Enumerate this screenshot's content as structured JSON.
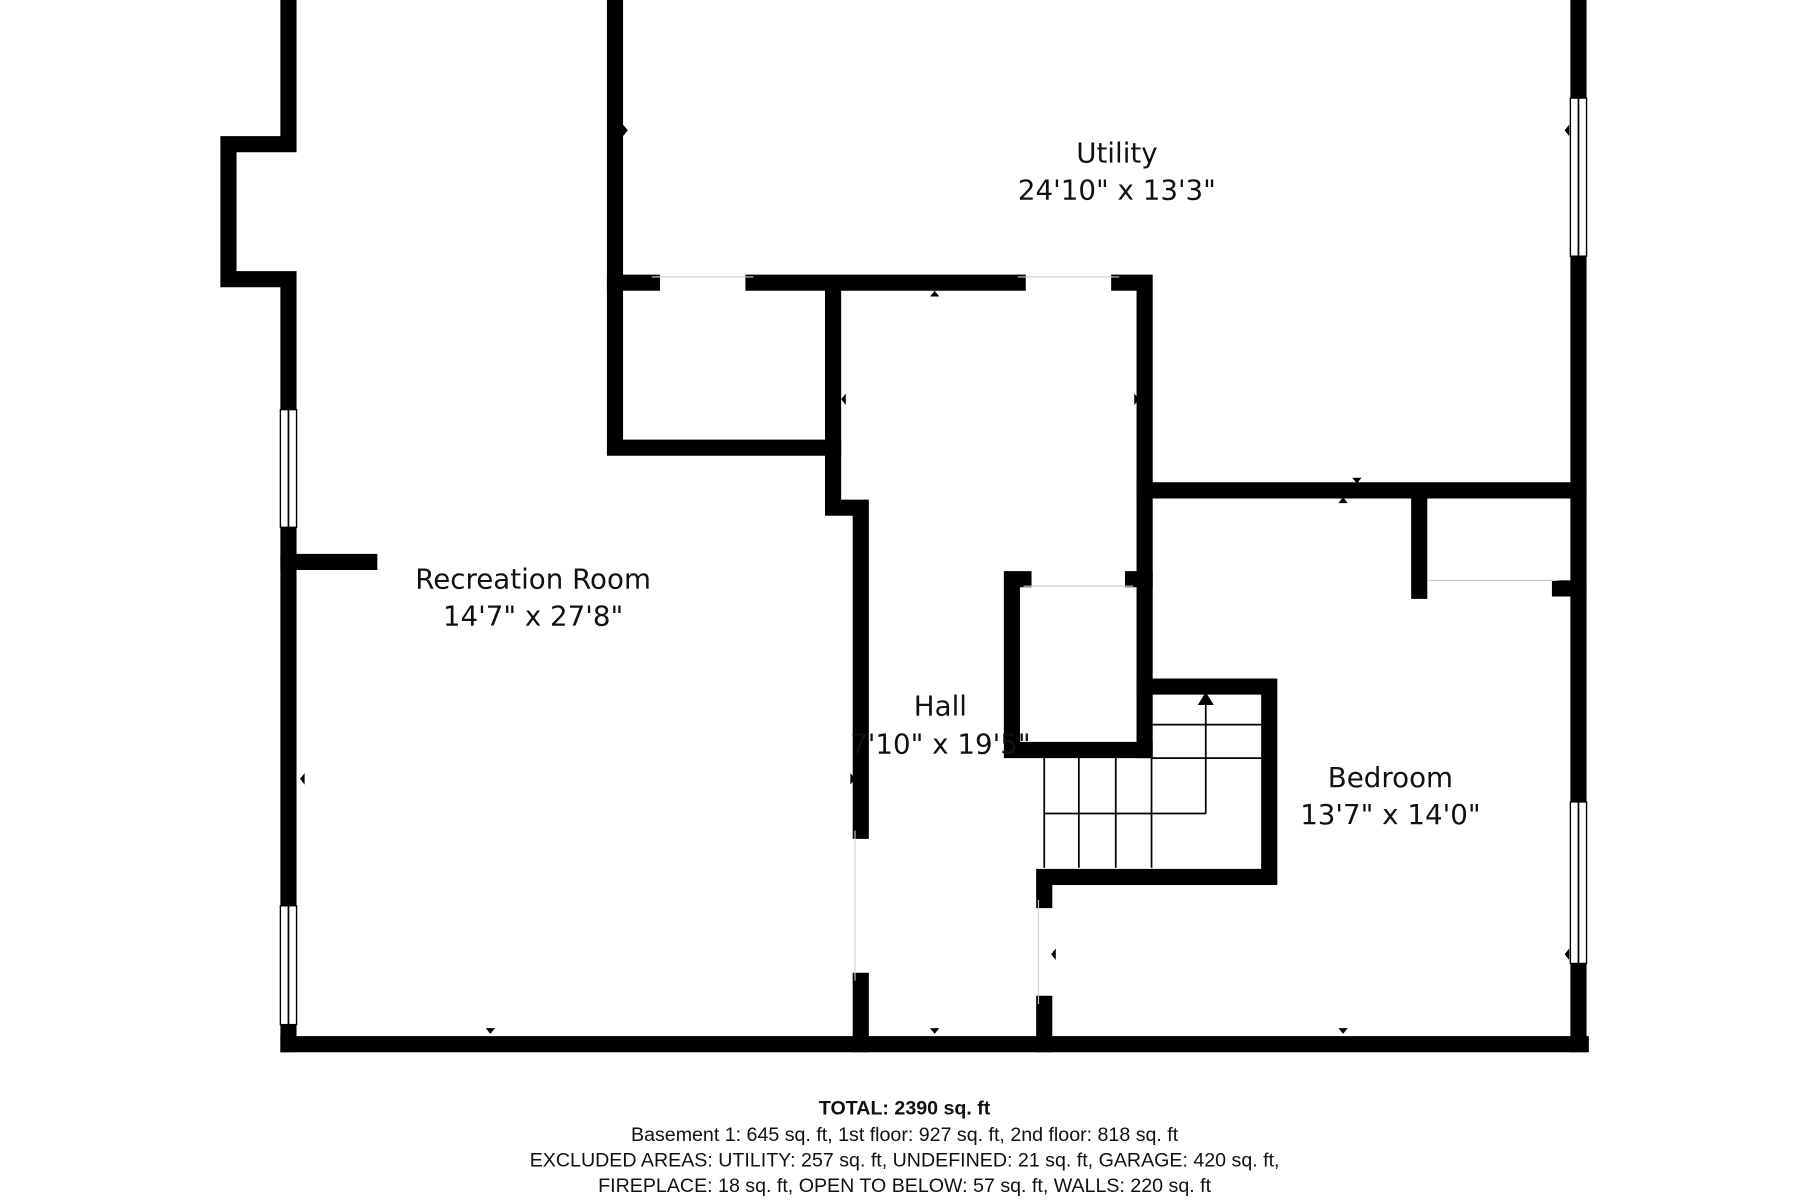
{
  "rooms": [
    {
      "name": "Utility",
      "dimensions": "24'10\" x 13'3\""
    },
    {
      "name": "Recreation Room",
      "dimensions": "14'7\" x 27'8\""
    },
    {
      "name": "Hall",
      "dimensions": "7'10\" x 19'5\""
    },
    {
      "name": "Bedroom",
      "dimensions": "13'7\" x 14'0\""
    }
  ],
  "footer": {
    "total": "TOTAL: 2390 sq. ft",
    "floors": "Basement 1: 645 sq. ft, 1st floor: 927 sq. ft, 2nd floor: 818 sq. ft",
    "excluded": "EXCLUDED AREAS: UTILITY: 257 sq. ft, UNDEFINED: 21 sq. ft, GARAGE: 420 sq. ft,",
    "excluded_cont": "FIREPLACE: 18 sq. ft, OPEN TO BELOW: 57 sq. ft, WALLS: 220 sq. ft"
  }
}
